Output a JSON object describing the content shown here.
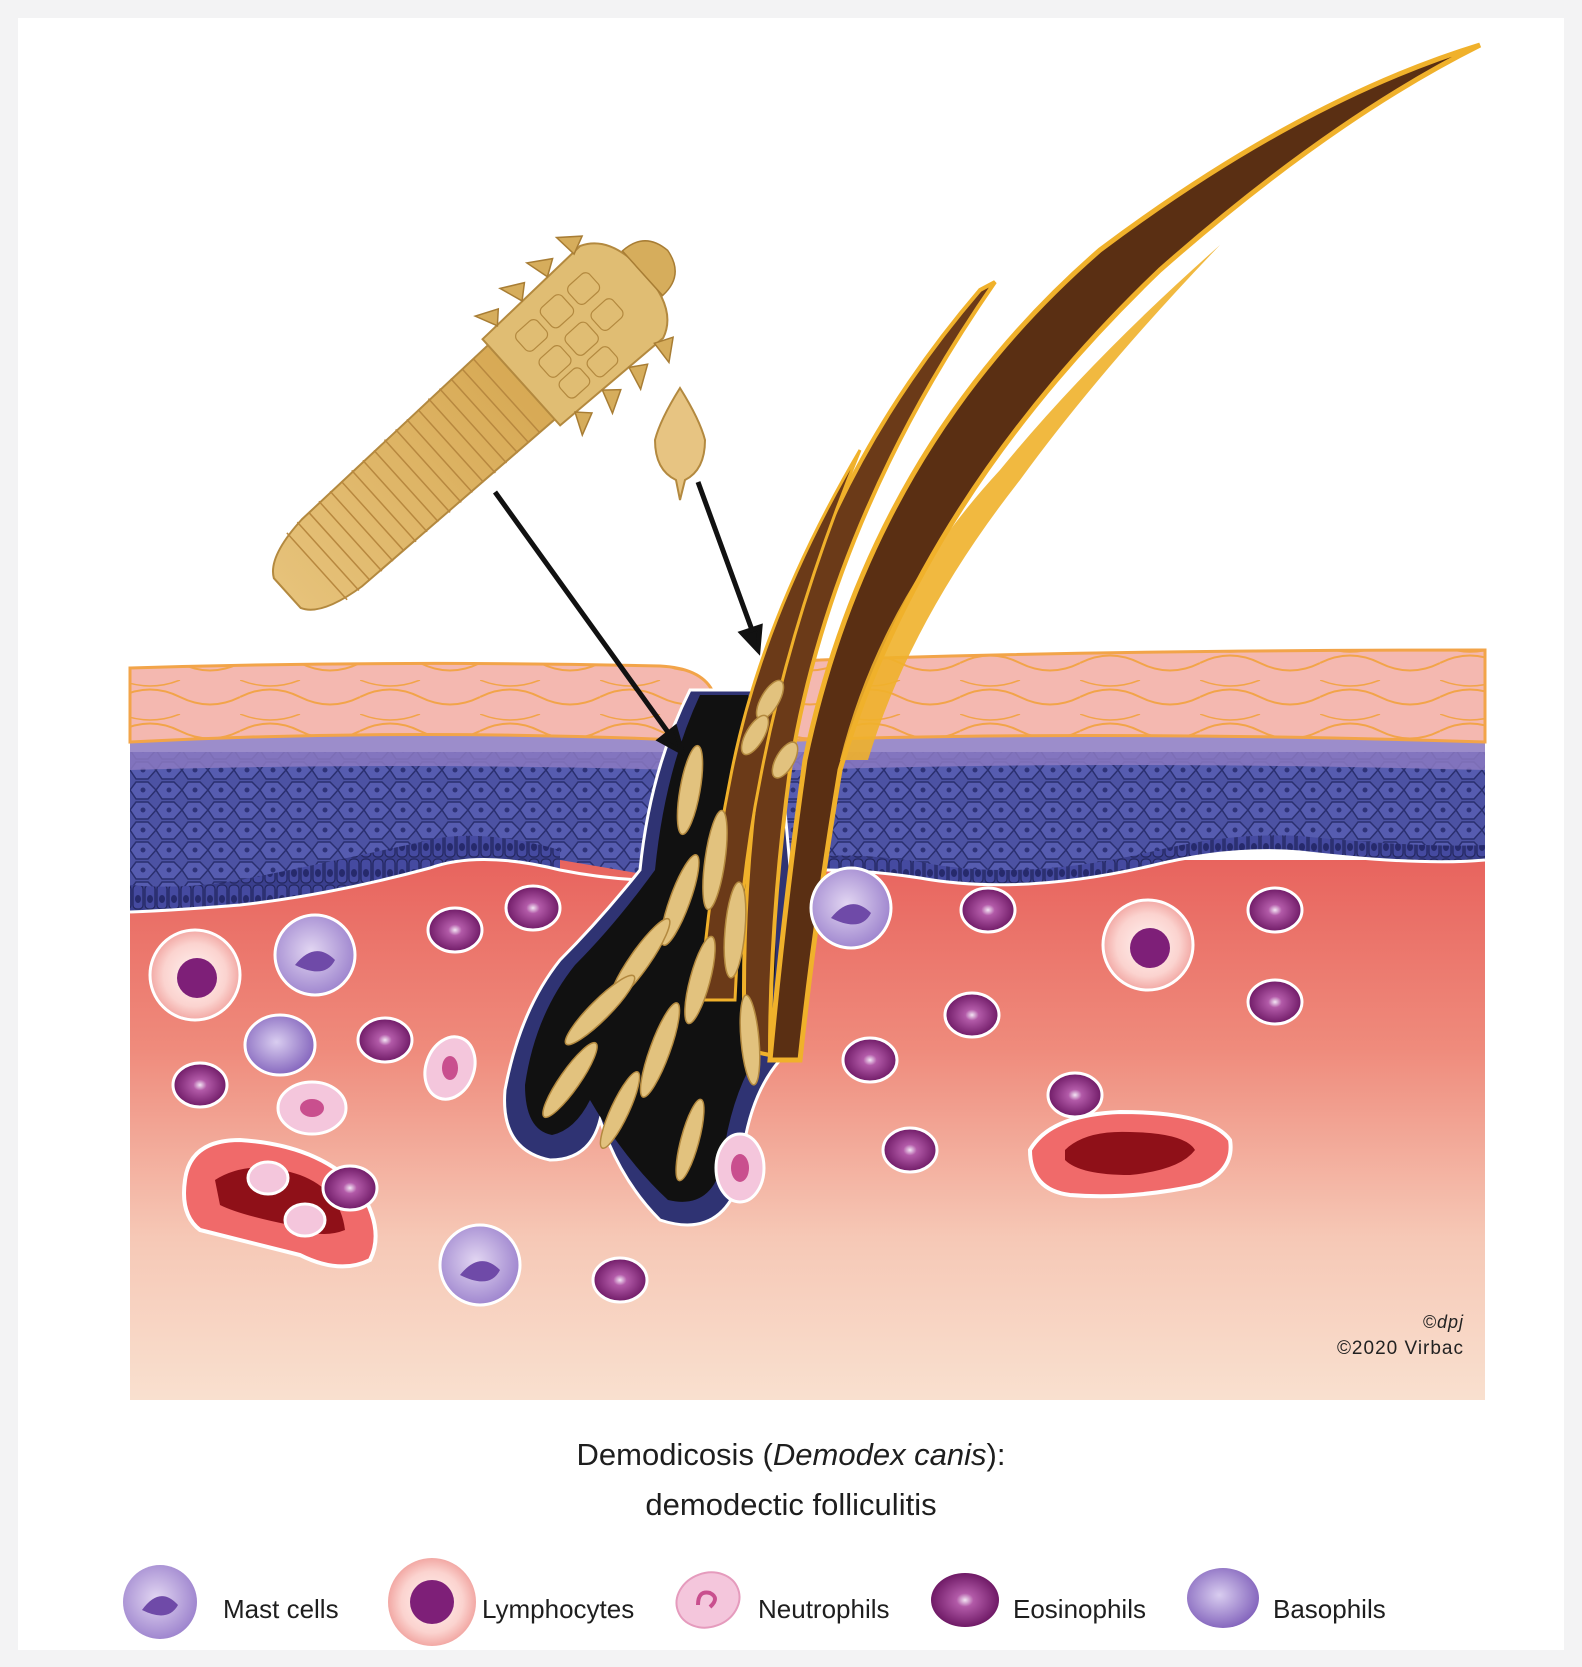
{
  "credits": {
    "artist": "©dpj",
    "copyright": "©2020 Virbac"
  },
  "caption": {
    "line1_prefix": "Demodicosis (",
    "line1_italic": "Demodex canis",
    "line1_suffix": "):",
    "line2": "demodectic folliculitis"
  },
  "legend": [
    {
      "label": "Mast cells",
      "icon": "mast-cell-icon",
      "color": "#9a7ac8"
    },
    {
      "label": "Lymphocytes",
      "icon": "lymphocyte-icon",
      "color": "#8a2a8a"
    },
    {
      "label": "Neutrophils",
      "icon": "neutrophil-icon",
      "color": "#e6a9c8"
    },
    {
      "label": "Eosinophils",
      "icon": "eosinophil-icon",
      "color": "#7b1f6e"
    },
    {
      "label": "Basophils",
      "icon": "basophil-icon",
      "color": "#8c6cc2"
    }
  ],
  "colors": {
    "background": "#f3f3f4",
    "stratum_corneum": "#f4b9b2",
    "epidermis": "#4a4f9a",
    "dermis_top": "#ea7c72",
    "dermis_bottom": "#f8dcc8",
    "hair": "#6b3a18",
    "hair_outline": "#f0b12b",
    "mite": "#e2c077"
  }
}
